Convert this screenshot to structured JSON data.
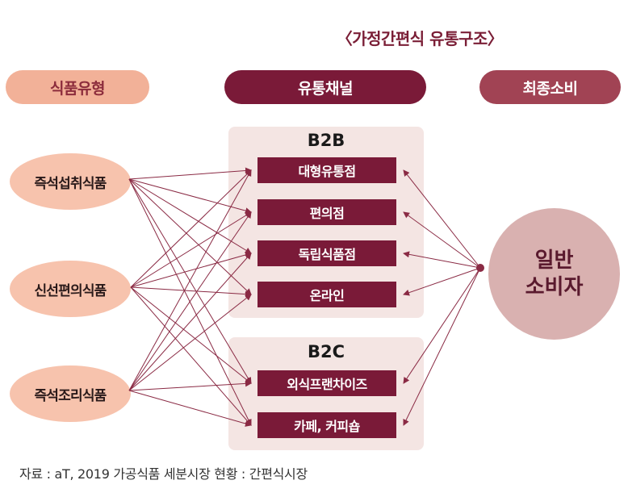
{
  "title": "〈가정간편식 유통구조〉",
  "headers": {
    "food": "식품유형",
    "distribution": "유통채널",
    "consumer": "최종소비"
  },
  "food_types": [
    "즉석섭취식품",
    "신선편의식품",
    "즉석조리식품"
  ],
  "b2b": {
    "label": "B2B",
    "channels": [
      "대형유통점",
      "편의점",
      "독립식품점",
      "온라인"
    ]
  },
  "b2c": {
    "label": "B2C",
    "channels": [
      "외식프랜차이즈",
      "카페, 커피숍"
    ]
  },
  "consumer": {
    "line1": "일반",
    "line2": "소비자"
  },
  "source": "자료 : aT, 2019 가공식품 세분시장 현황 : 간편식시장",
  "colors": {
    "dark": "#7a1a38",
    "peach": "#f7c3ad",
    "panel": "#f4e5e3",
    "arrow": "#8a2a44"
  }
}
